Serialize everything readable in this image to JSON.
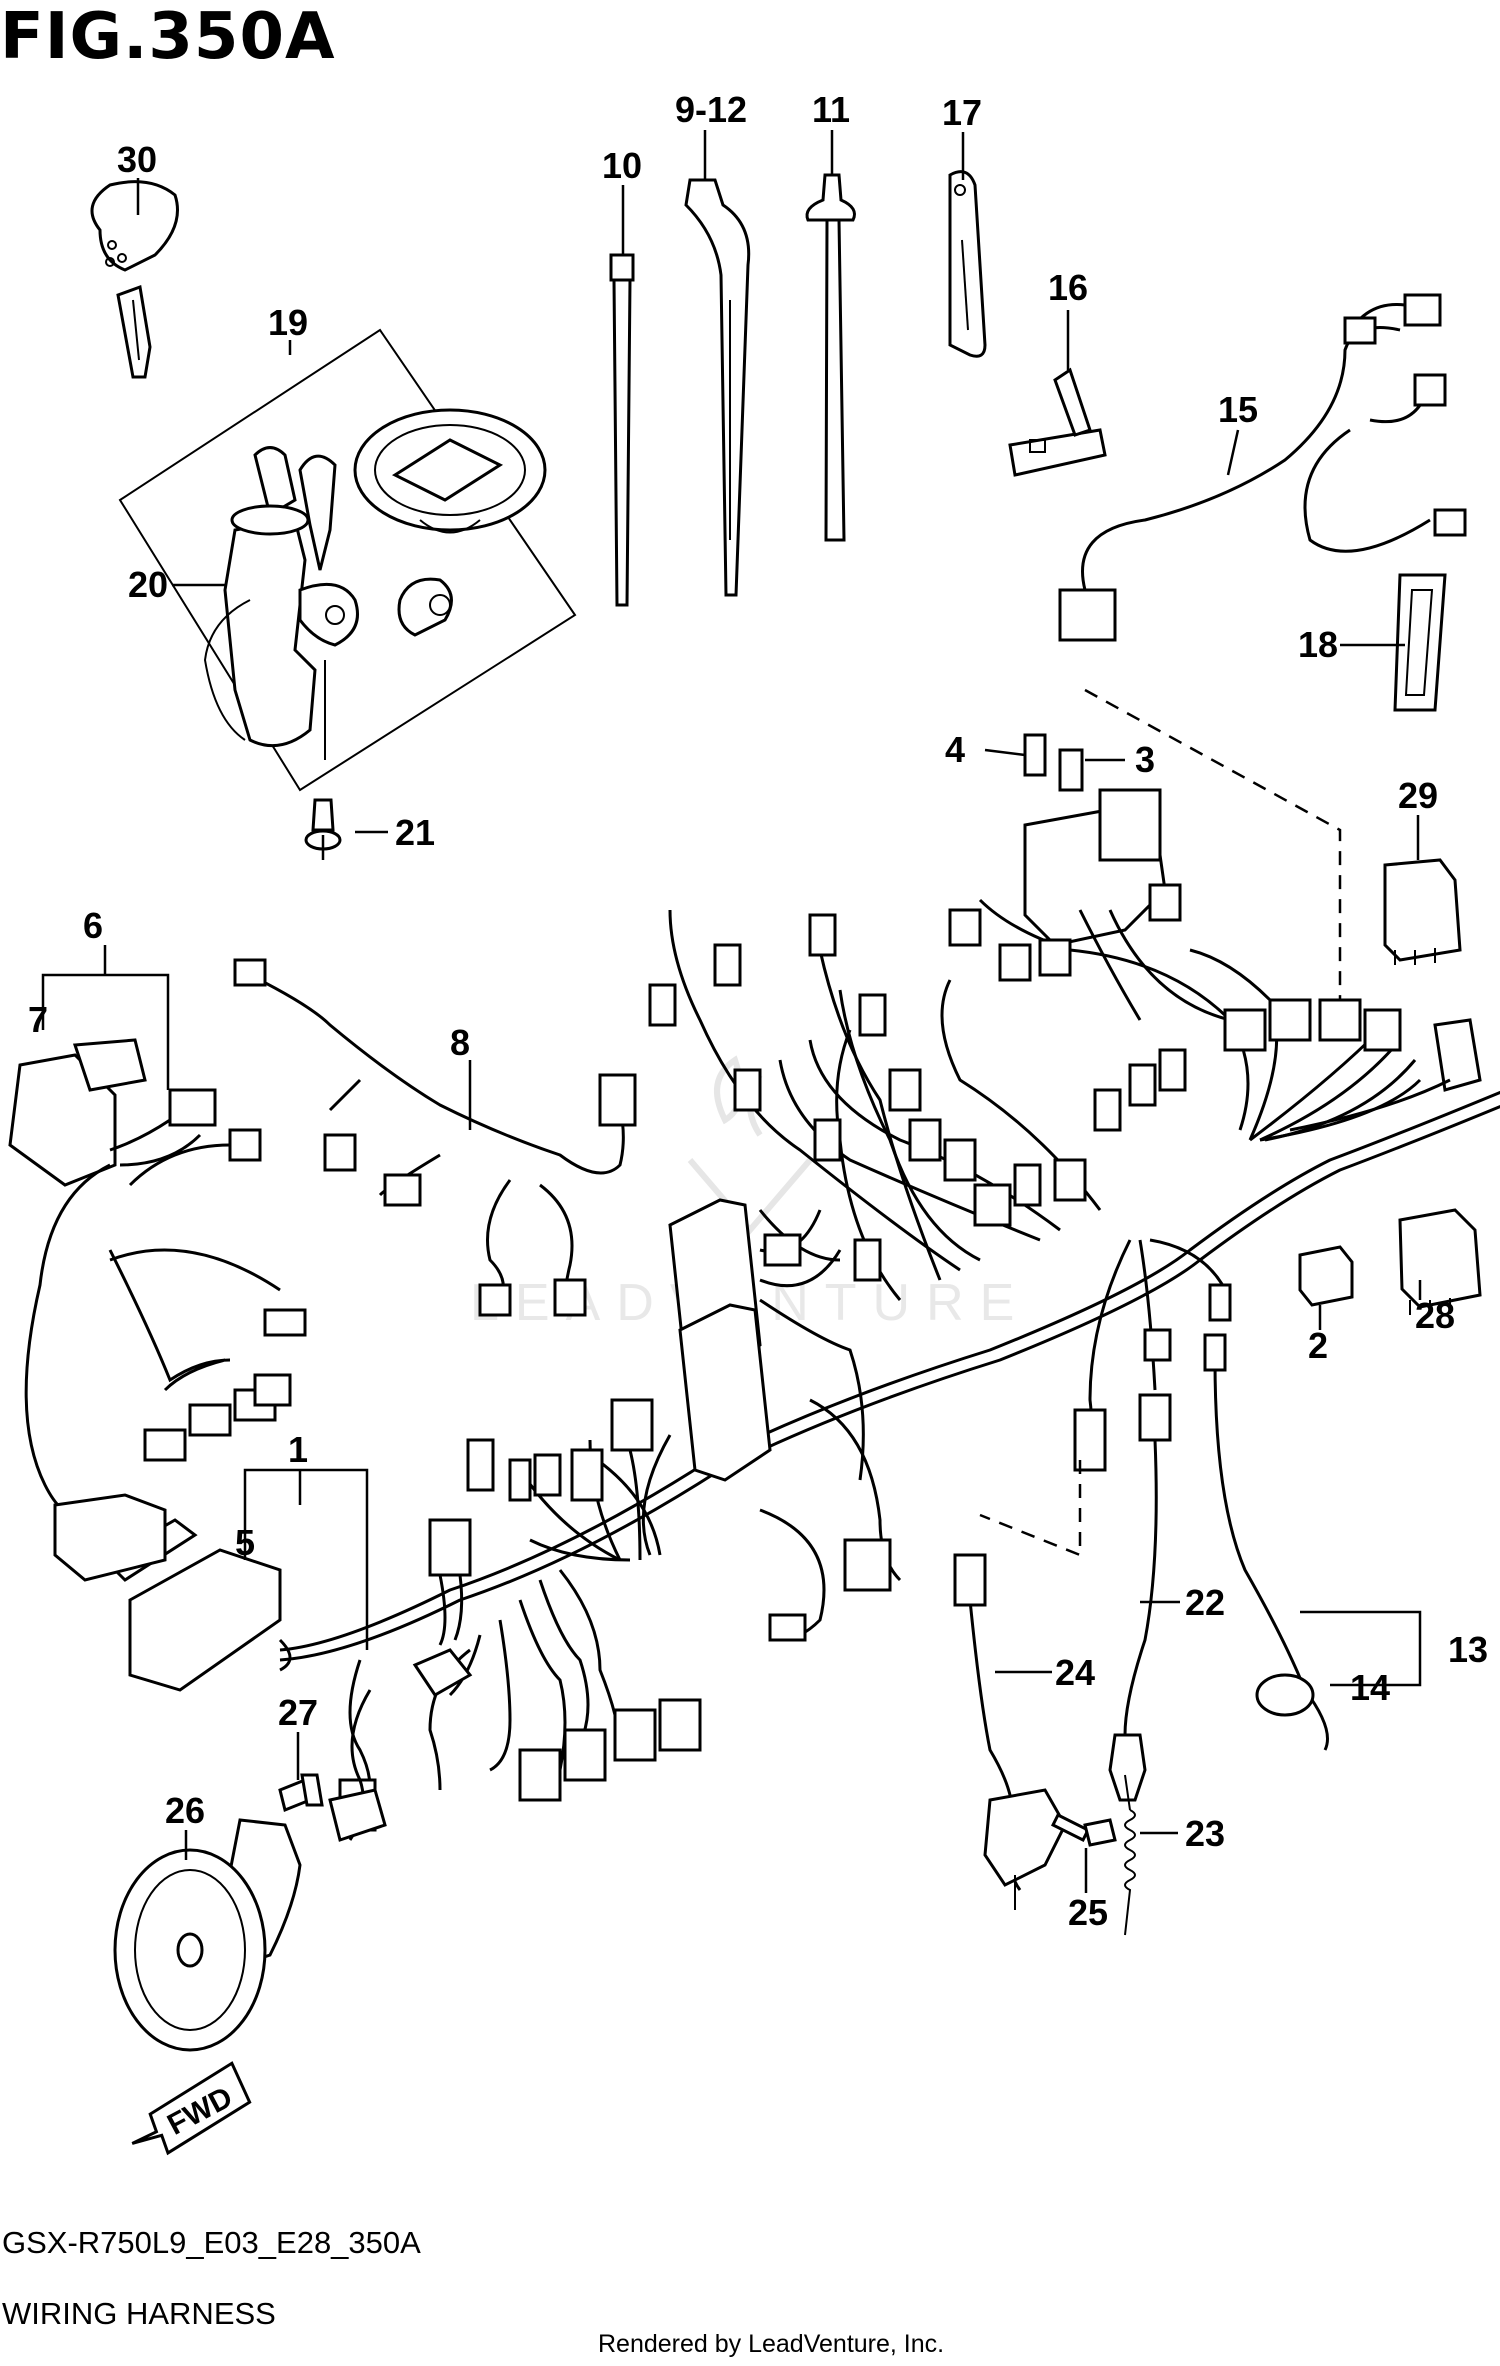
{
  "figure": {
    "title": "FIG.350A",
    "model_code": "GSX-R750L9_E03_E28_350A",
    "name": "WIRING HARNESS",
    "credit": "Rendered by LeadVenture, Inc.",
    "direction_label": "FWD"
  },
  "callouts": [
    {
      "id": "1",
      "label": "1"
    },
    {
      "id": "2",
      "label": "2"
    },
    {
      "id": "3",
      "label": "3"
    },
    {
      "id": "4",
      "label": "4"
    },
    {
      "id": "5",
      "label": "5"
    },
    {
      "id": "6",
      "label": "6"
    },
    {
      "id": "7",
      "label": "7"
    },
    {
      "id": "8",
      "label": "8"
    },
    {
      "id": "9-12",
      "label": "9-12"
    },
    {
      "id": "10",
      "label": "10"
    },
    {
      "id": "11",
      "label": "11"
    },
    {
      "id": "13",
      "label": "13"
    },
    {
      "id": "14",
      "label": "14"
    },
    {
      "id": "15",
      "label": "15"
    },
    {
      "id": "16",
      "label": "16"
    },
    {
      "id": "17",
      "label": "17"
    },
    {
      "id": "18",
      "label": "18"
    },
    {
      "id": "19",
      "label": "19"
    },
    {
      "id": "20",
      "label": "20"
    },
    {
      "id": "21",
      "label": "21"
    },
    {
      "id": "22",
      "label": "22"
    },
    {
      "id": "23",
      "label": "23"
    },
    {
      "id": "24",
      "label": "24"
    },
    {
      "id": "25",
      "label": "25"
    },
    {
      "id": "26",
      "label": "26"
    },
    {
      "id": "27",
      "label": "27"
    },
    {
      "id": "28",
      "label": "28"
    },
    {
      "id": "29",
      "label": "29"
    },
    {
      "id": "30",
      "label": "30"
    }
  ],
  "watermark_text": "LEADVENTURE"
}
